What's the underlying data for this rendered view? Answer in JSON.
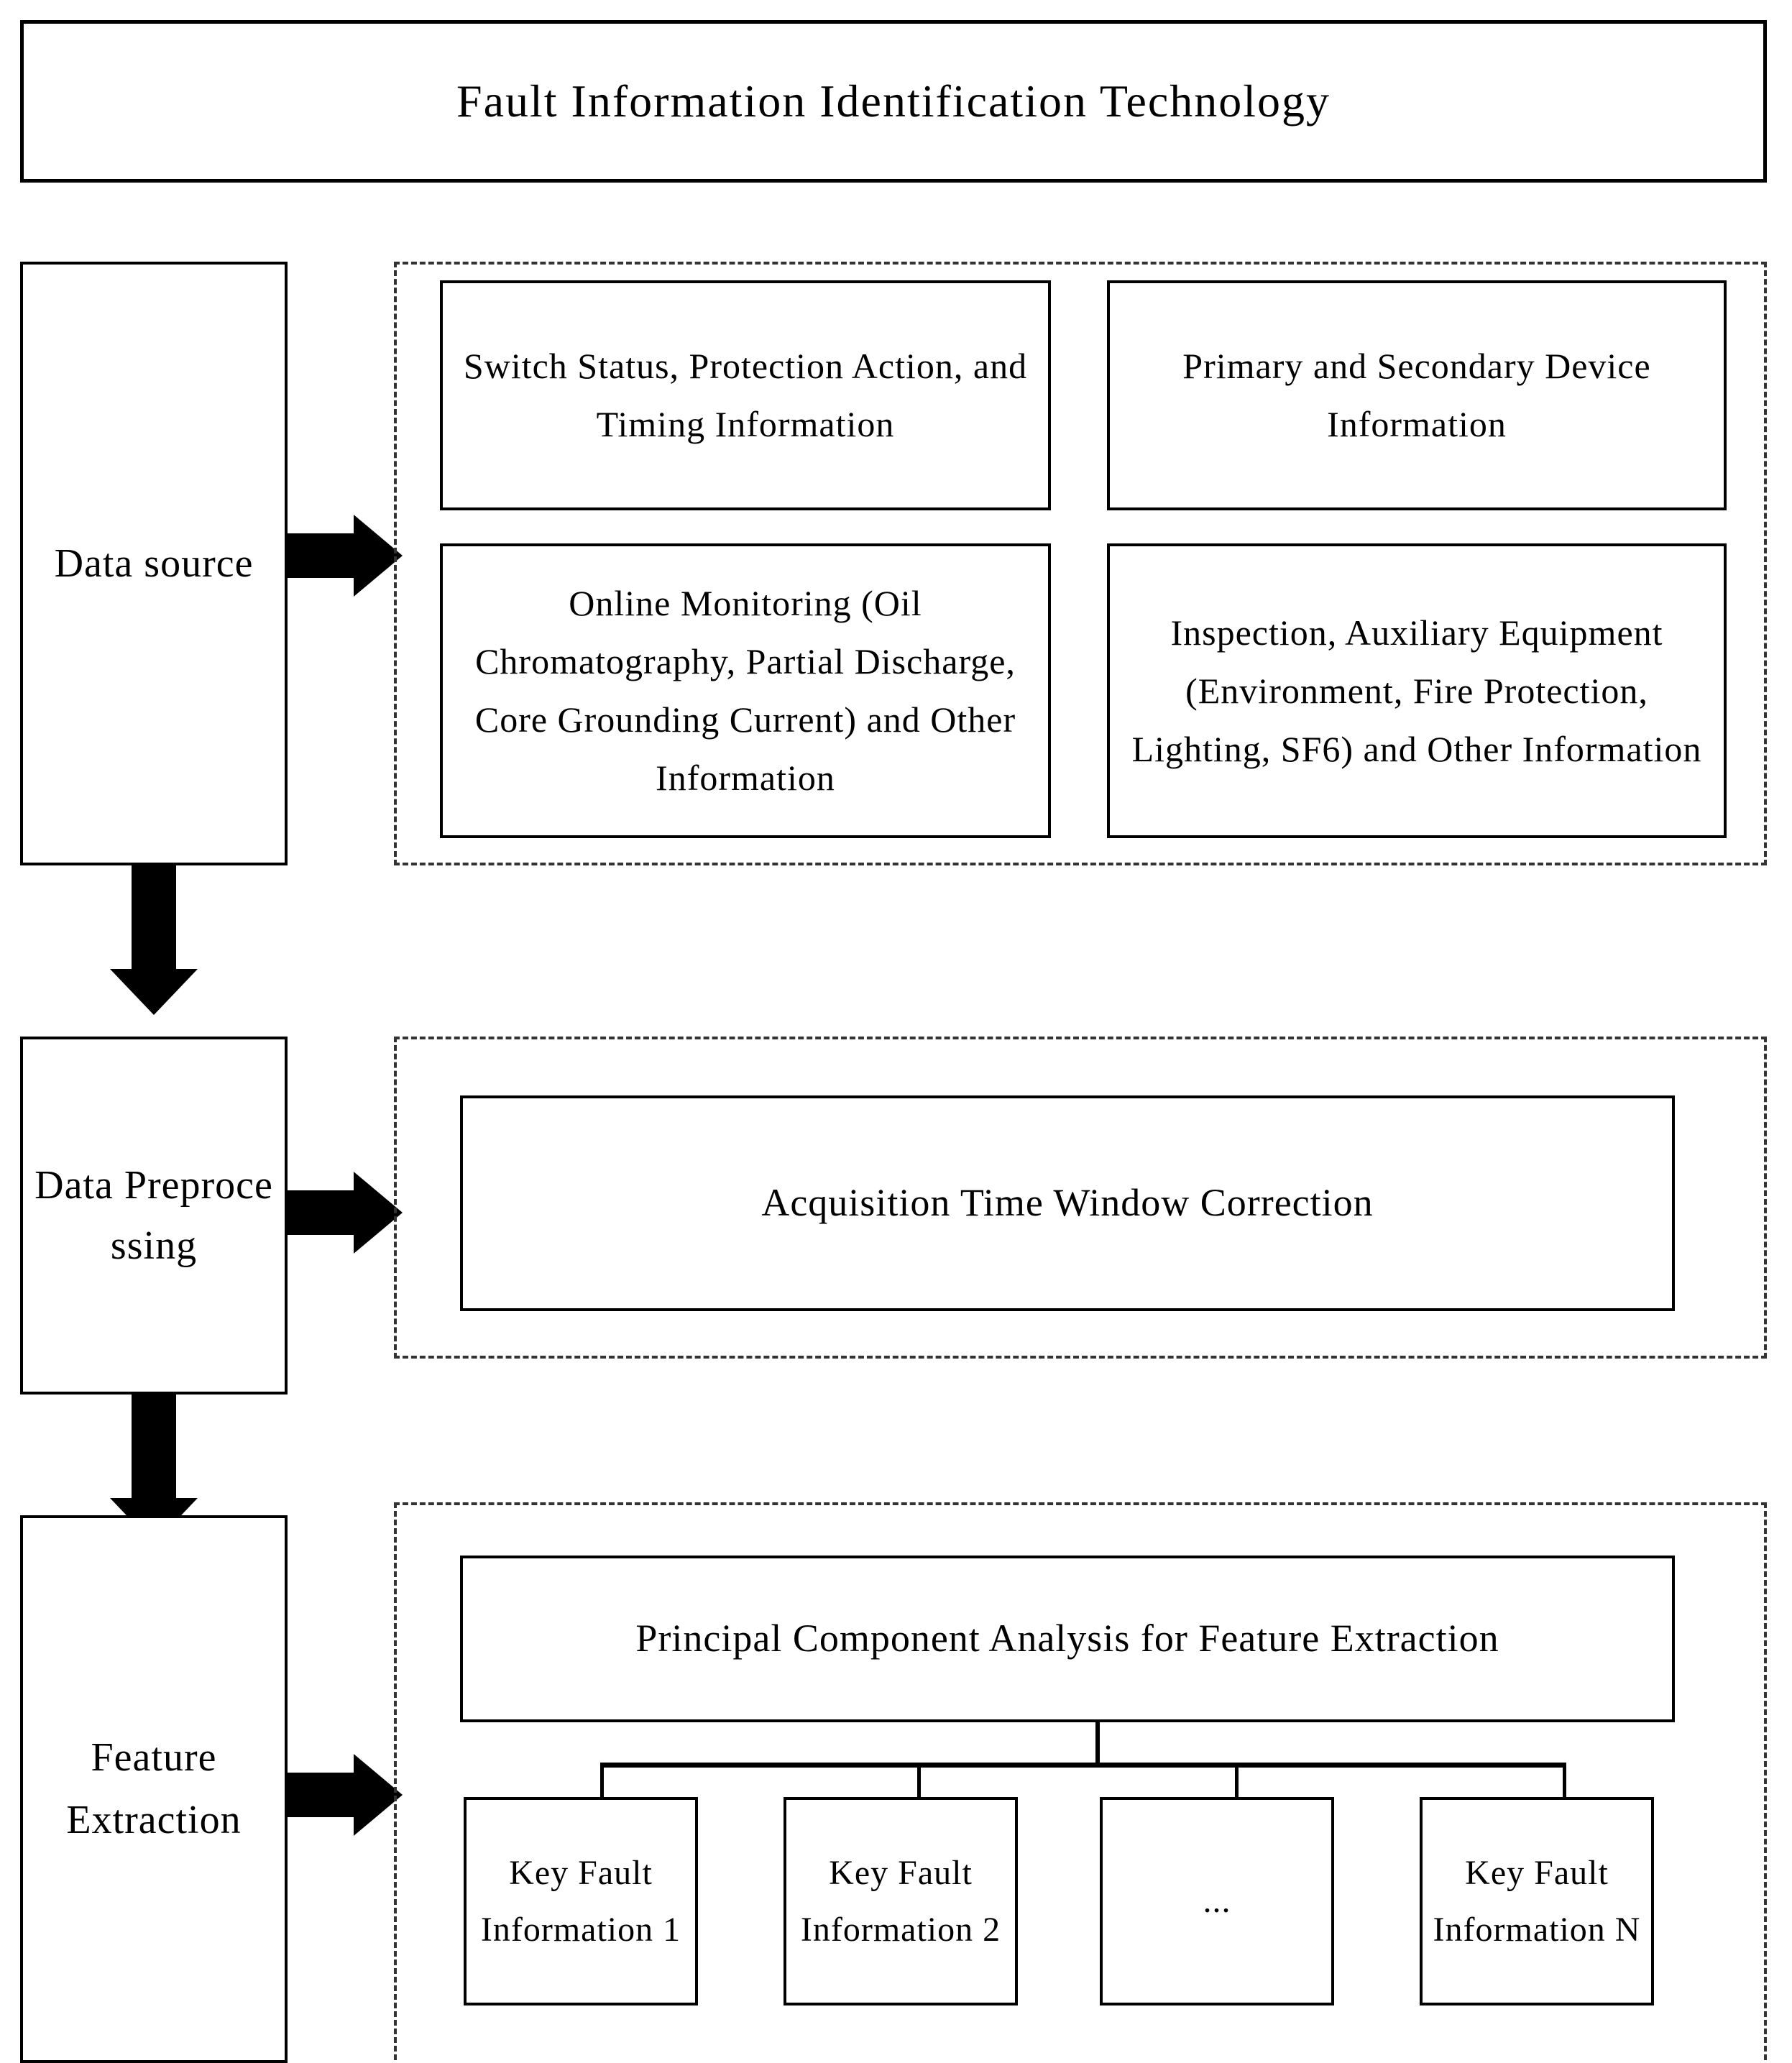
{
  "title": {
    "text": "Fault Information Identification Technology"
  },
  "stages": [
    {
      "key": "data_source",
      "label": "Data\nsource"
    },
    {
      "key": "data_preprocessing",
      "label": "Data Preprocessing"
    },
    {
      "key": "feature_extraction",
      "label": "Feature Extraction"
    }
  ],
  "data_source": {
    "stage_label": "Data source",
    "items": [
      "Switch Status, Protection Action, and Timing Information",
      "Primary and Secondary Device Information",
      "Online Monitoring (Oil Chromatography, Partial Discharge, Core Grounding Current) and Other Information",
      "Inspection, Auxiliary Equipment (Environment, Fire Protection, Lighting, SF6) and Other Information"
    ]
  },
  "data_preprocessing": {
    "stage_label": "Data Preprocessing",
    "items": [
      "Acquisition Time Window Correction"
    ]
  },
  "feature_extraction": {
    "stage_label": "Feature Extraction",
    "method": "Principal Component Analysis for Feature Extraction",
    "outputs": [
      "Key Fault Information 1",
      "Key Fault Information 2",
      "...",
      "Key Fault Information N"
    ]
  },
  "colors": {
    "stroke": "#000000",
    "dashed_stroke": "#333333",
    "arrow_fill": "#000000",
    "background": "#ffffff"
  }
}
